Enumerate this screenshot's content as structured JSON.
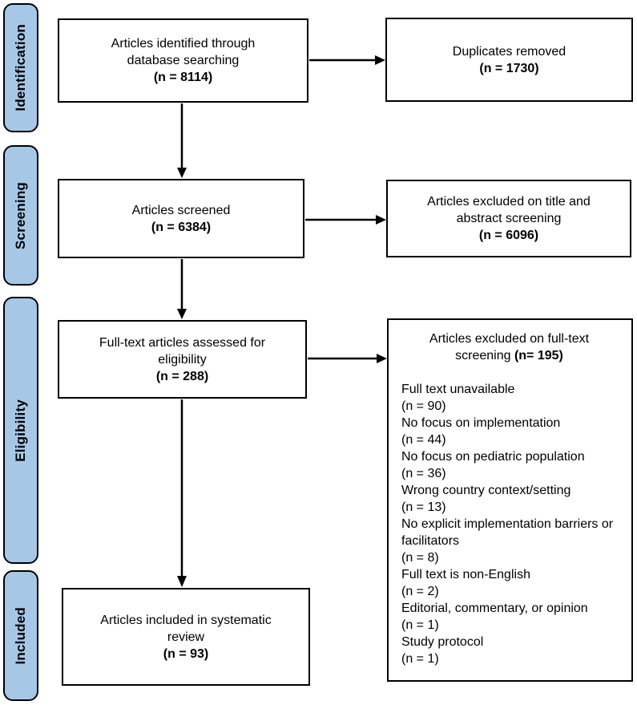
{
  "diagram": {
    "colors": {
      "stage_fill": "#A7C7E7",
      "box_border": "#000000",
      "background": "#ffffff"
    },
    "stages": [
      {
        "label": "Identification"
      },
      {
        "label": "Screening"
      },
      {
        "label": "Eligibility"
      },
      {
        "label": "Included"
      }
    ],
    "boxes": {
      "identified": {
        "lines": [
          "Articles identified through",
          "database searching"
        ],
        "count": "(n = 8114)"
      },
      "duplicates": {
        "lines": [
          "Duplicates removed"
        ],
        "count": "(n = 1730)"
      },
      "screened": {
        "lines": [
          "Articles screened"
        ],
        "count": "(n = 6384)"
      },
      "title_excluded": {
        "lines": [
          "Articles excluded on title and",
          "abstract screening"
        ],
        "count": "(n = 6096)"
      },
      "fulltext_assessed": {
        "lines": [
          "Full-text articles assessed for",
          "eligibility"
        ],
        "count": "(n = 288)"
      },
      "included_review": {
        "lines": [
          "Articles included in systematic",
          "review"
        ],
        "count": "(n = 93)"
      },
      "fulltext_excluded": {
        "header_lines": [
          "Articles excluded on full-text",
          "screening"
        ],
        "count": "(n= 195)",
        "reasons": [
          {
            "label": "Full text unavailable",
            "count": "(n = 90)"
          },
          {
            "label": "No focus on implementation",
            "count": "(n = 44)"
          },
          {
            "label": "No focus on pediatric population",
            "count": "(n = 36)"
          },
          {
            "label": "Wrong country context/setting",
            "count": "(n = 13)"
          },
          {
            "label": "No explicit implementation barriers or facilitators",
            "count": "(n = 8)"
          },
          {
            "label": "Full text is non-English",
            "count": "(n = 2)"
          },
          {
            "label": "Editorial, commentary, or opinion",
            "count": "(n = 1)"
          },
          {
            "label": "Study protocol",
            "count": "(n = 1)"
          }
        ]
      }
    }
  }
}
